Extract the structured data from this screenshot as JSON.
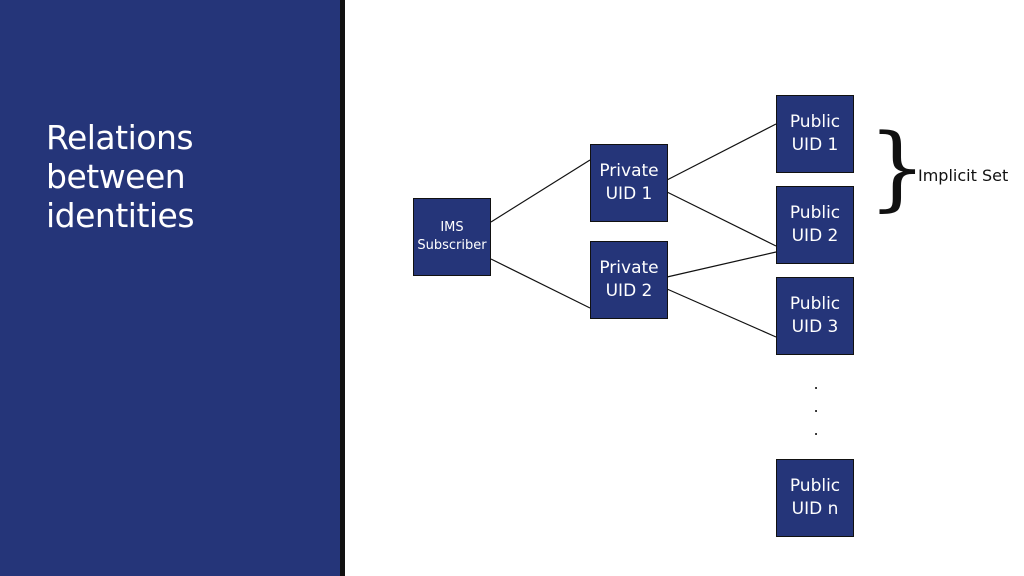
{
  "slide": {
    "title": "Relations\nbetween\nidentities"
  },
  "diagram": {
    "nodes": {
      "ims_subscriber": "IMS\nSubscriber",
      "private_uid_1": "Private\nUID 1",
      "private_uid_2": "Private\nUID 2",
      "public_uid_1": "Public\nUID 1",
      "public_uid_2": "Public\nUID 2",
      "public_uid_3": "Public\nUID 3",
      "public_uid_n": "Public\nUID n"
    },
    "ellipsis": ".\n.\n.",
    "brace": "}",
    "implicit_set_label": "Implicit Set"
  },
  "colors": {
    "panel": "#253579",
    "node_fill": "#253579",
    "line": "#111111"
  }
}
